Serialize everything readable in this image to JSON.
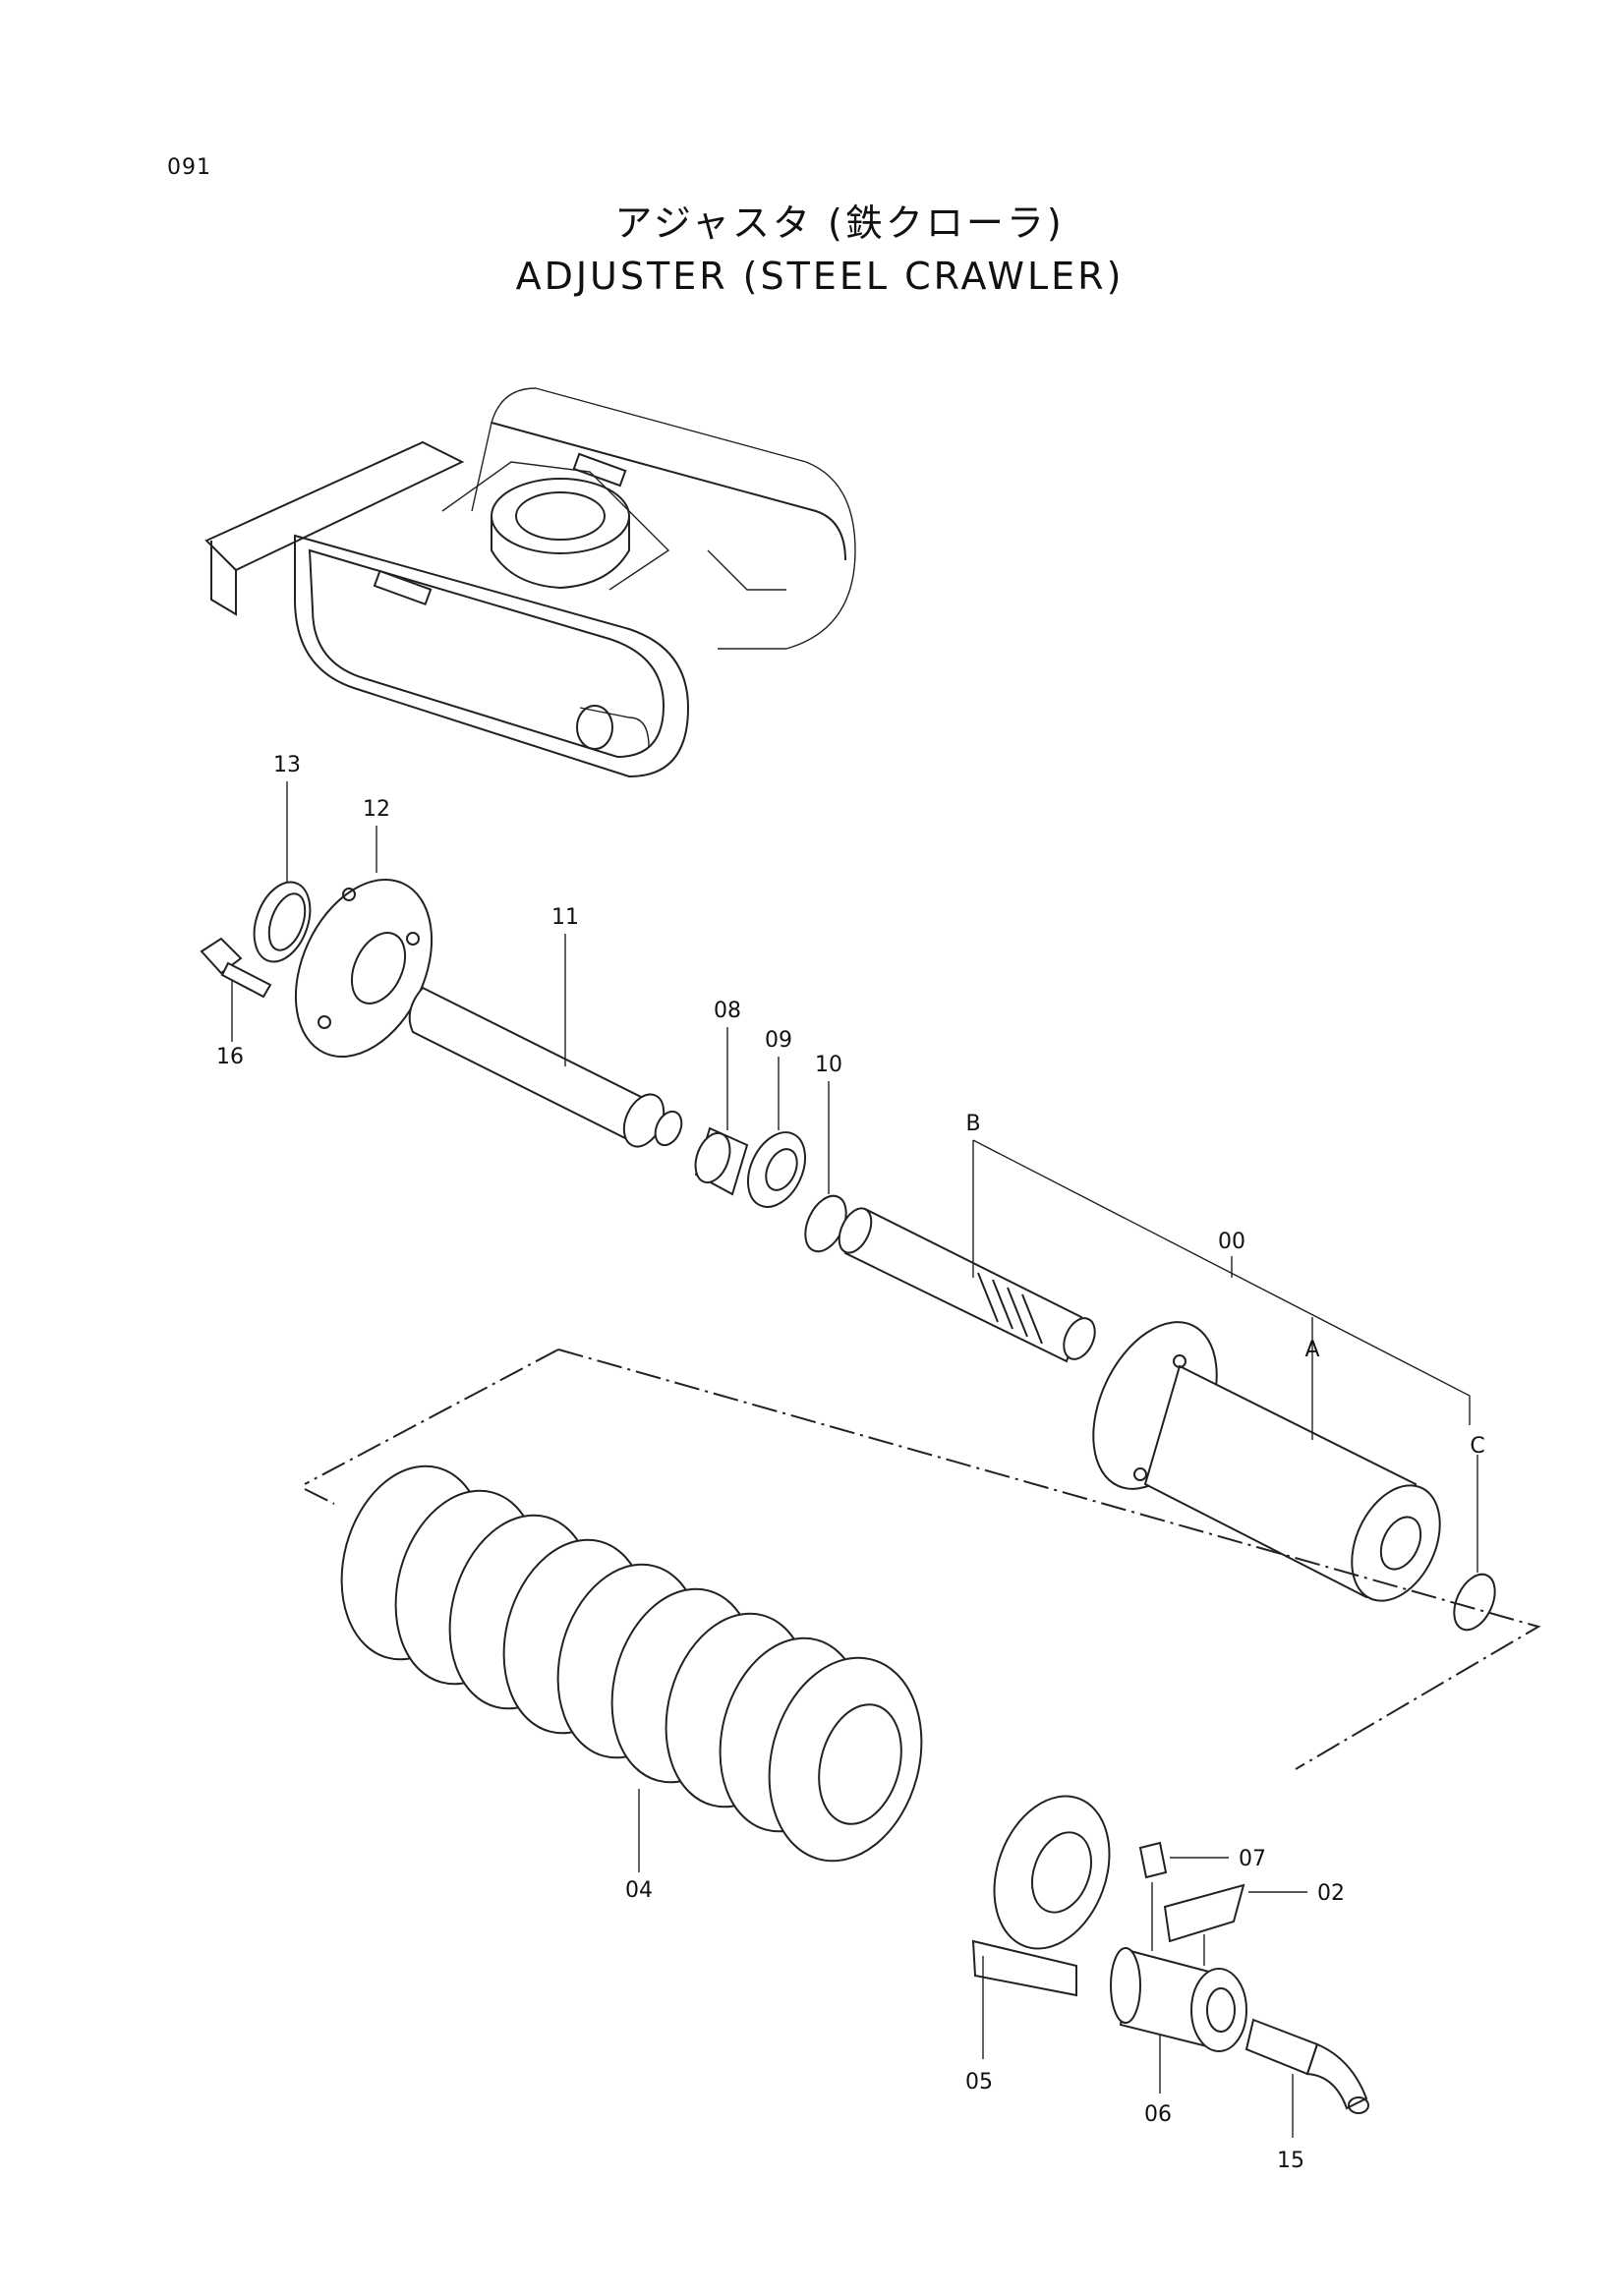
{
  "page_number": "091",
  "title_jp": "アジャスタ (鉄クローラ)",
  "title_en": "ADJUSTER (STEEL CRAWLER)",
  "callouts": {
    "p00": "00",
    "p02": "02",
    "p04": "04",
    "p05": "05",
    "p06": "06",
    "p07": "07",
    "p08": "08",
    "p09": "09",
    "p10": "10",
    "p11": "11",
    "p12": "12",
    "p13": "13",
    "p15": "15",
    "p16": "16",
    "sub_a": "A",
    "sub_b": "B",
    "sub_c": "C"
  }
}
